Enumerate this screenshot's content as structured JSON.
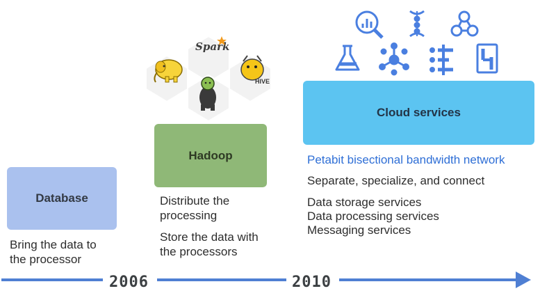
{
  "stages": {
    "database": {
      "label": "Database",
      "desc": "Bring the data to\nthe processor"
    },
    "hadoop": {
      "label": "Hadoop",
      "desc_1": "Distribute the\nprocessing",
      "desc_2": "Store the data with\nthe processors",
      "ecosystem_icons": [
        "hadoop-elephant-icon",
        "spark-logo",
        "hive-logo",
        "pig-logo"
      ],
      "spark_text": "Spark",
      "hive_text": "HIVE"
    },
    "cloud": {
      "label": "Cloud services",
      "highlight": "Petabit bisectional bandwidth network",
      "desc_1": "Separate, specialize, and connect",
      "desc_2": "Data storage services\nData processing services\nMessaging services",
      "service_icons": [
        "bigquery-icon",
        "dataflow-icon",
        "composer-icon",
        "datalab-icon",
        "pubsub-icon",
        "dataprep-icon",
        "dataproc-icon"
      ]
    }
  },
  "timeline": {
    "years": [
      "2006",
      "2010"
    ]
  },
  "colors": {
    "database": "#aac1ee",
    "hadoop": "#8fb877",
    "cloud": "#5cc4f1",
    "highlight_text": "#2f6fd6",
    "timeline": "#4f7fd3",
    "icon_blue": "#4a7fe0"
  }
}
